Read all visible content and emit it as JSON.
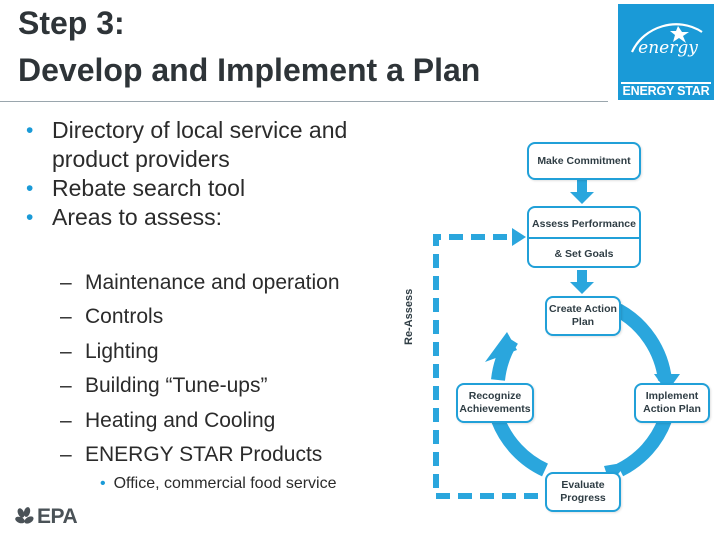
{
  "slide": {
    "title_line1": "Step 3:",
    "title_line2": "Develop and Implement a Plan"
  },
  "logo": {
    "script_text": "energy",
    "label": "ENERGY STAR"
  },
  "bullets": [
    "Directory of local service and product providers",
    "Rebate search tool",
    "Areas to assess:"
  ],
  "sub_bullets": [
    "Maintenance and operation",
    "Controls",
    "Lighting",
    "Building “Tune-ups”",
    "Heating and Cooling",
    "ENERGY STAR Products"
  ],
  "sub_sub_bullets": [
    "Office, commercial food service"
  ],
  "diagram": {
    "make_commitment": "Make Commitment",
    "assess_performance": "Assess Performance",
    "set_goals": "& Set Goals",
    "create_action_plan": "Create Action Plan",
    "implement_action_plan": "Implement Action Plan",
    "evaluate_progress": "Evaluate Progress",
    "recognize_achievements": "Recognize Achievements",
    "reassess": "Re-Assess"
  },
  "footer": {
    "epa_label": "EPA"
  },
  "colors": {
    "accent": "#1a9ad7",
    "arrow": "#2aa6dd",
    "title": "#2e3438"
  }
}
